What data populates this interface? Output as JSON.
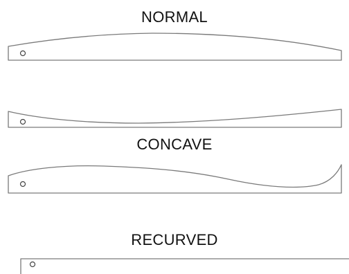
{
  "diagram": {
    "profiles": [
      {
        "label": "NORMAL"
      },
      {
        "label": ""
      },
      {
        "label": "CONCAVE"
      },
      {
        "label": "RECURVED"
      }
    ]
  }
}
